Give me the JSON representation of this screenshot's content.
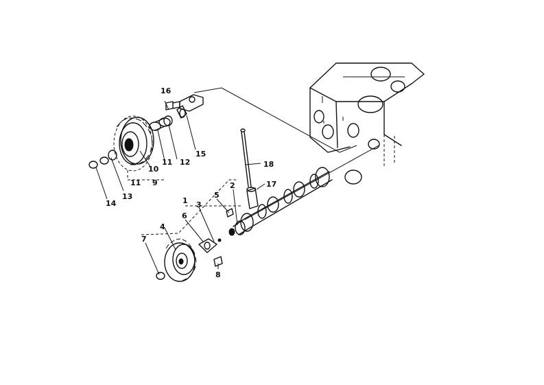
{
  "diagram": {
    "labels": {
      "p1": "1",
      "p2": "2",
      "p3": "3",
      "p4": "4",
      "p5": "5",
      "p6": "6",
      "p7": "7",
      "p8": "8",
      "p9": "9",
      "p10": "10",
      "p11a": "11",
      "p11b": "11",
      "p12": "12",
      "p13": "13",
      "p14": "14",
      "p15": "15",
      "p16": "16",
      "p17": "17",
      "p18": "18"
    }
  }
}
